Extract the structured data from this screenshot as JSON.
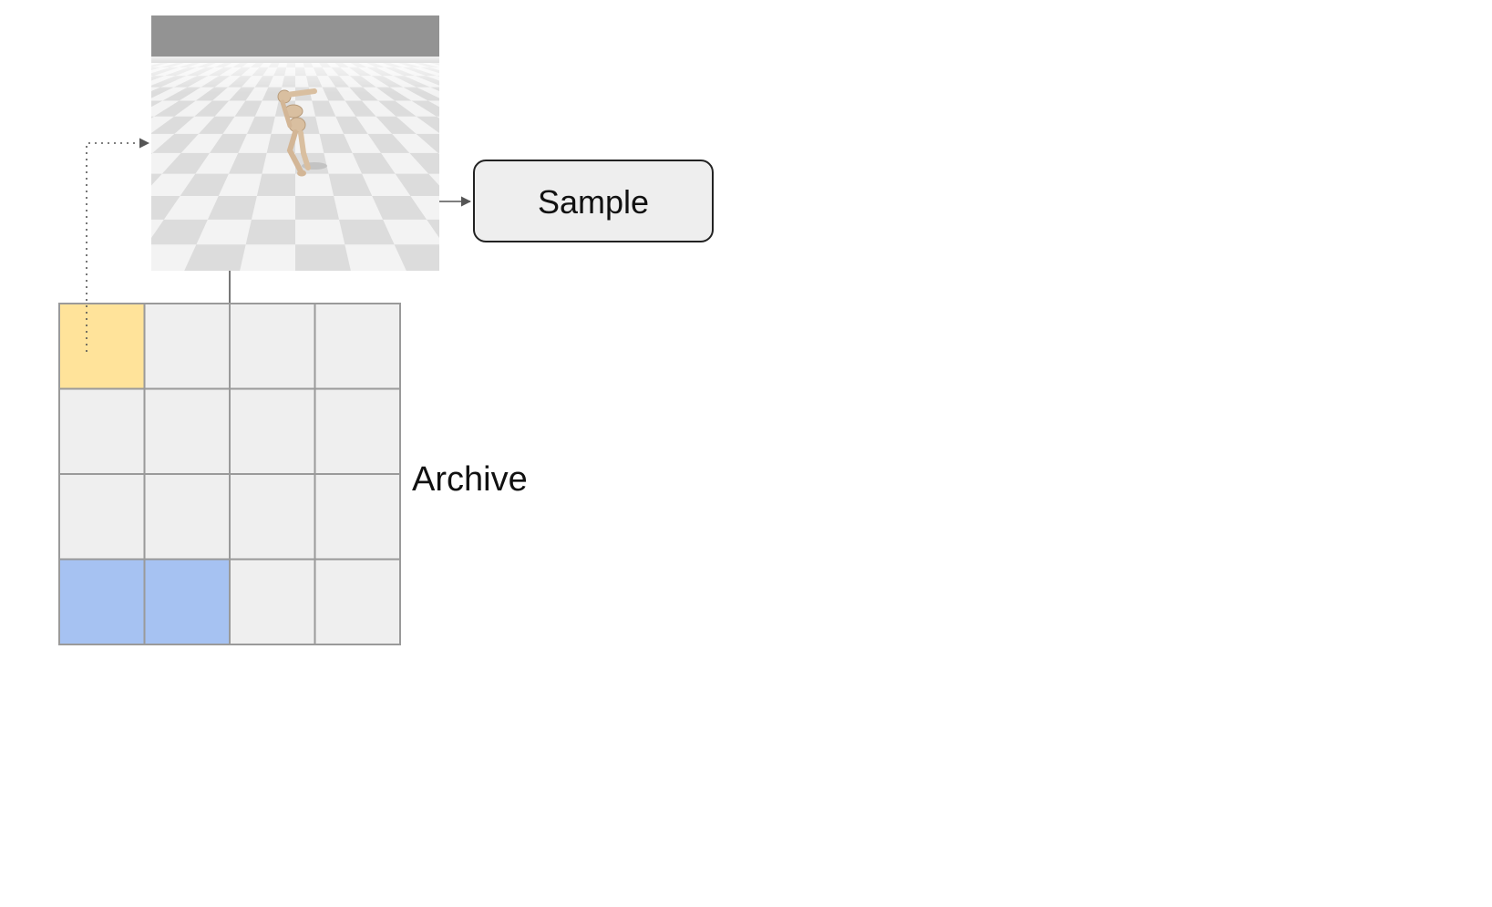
{
  "sample_box": {
    "label": "Sample"
  },
  "archive": {
    "label": "Archive",
    "rows": 4,
    "cols": 4,
    "cells": [
      [
        "yellow",
        "empty",
        "empty",
        "empty"
      ],
      [
        "empty",
        "empty",
        "empty",
        "empty"
      ],
      [
        "empty",
        "empty",
        "empty",
        "empty"
      ],
      [
        "blue",
        "blue",
        "empty",
        "empty"
      ]
    ]
  },
  "colors": {
    "yellow": "#FFE39A",
    "blue": "#A6C2F2",
    "empty": "#EFEFEF",
    "grid_line": "#9A9A9A",
    "arrow": "#555555",
    "box_fill": "#EEEEEE",
    "box_stroke": "#222222",
    "sky": "#939393",
    "floor_light": "#F3F3F3",
    "floor_dark": "#DCDCDC",
    "figure": "#D9BFA0"
  },
  "icons": {
    "scene": "simulation-render-image",
    "figure": "humanoid-figure-icon"
  }
}
